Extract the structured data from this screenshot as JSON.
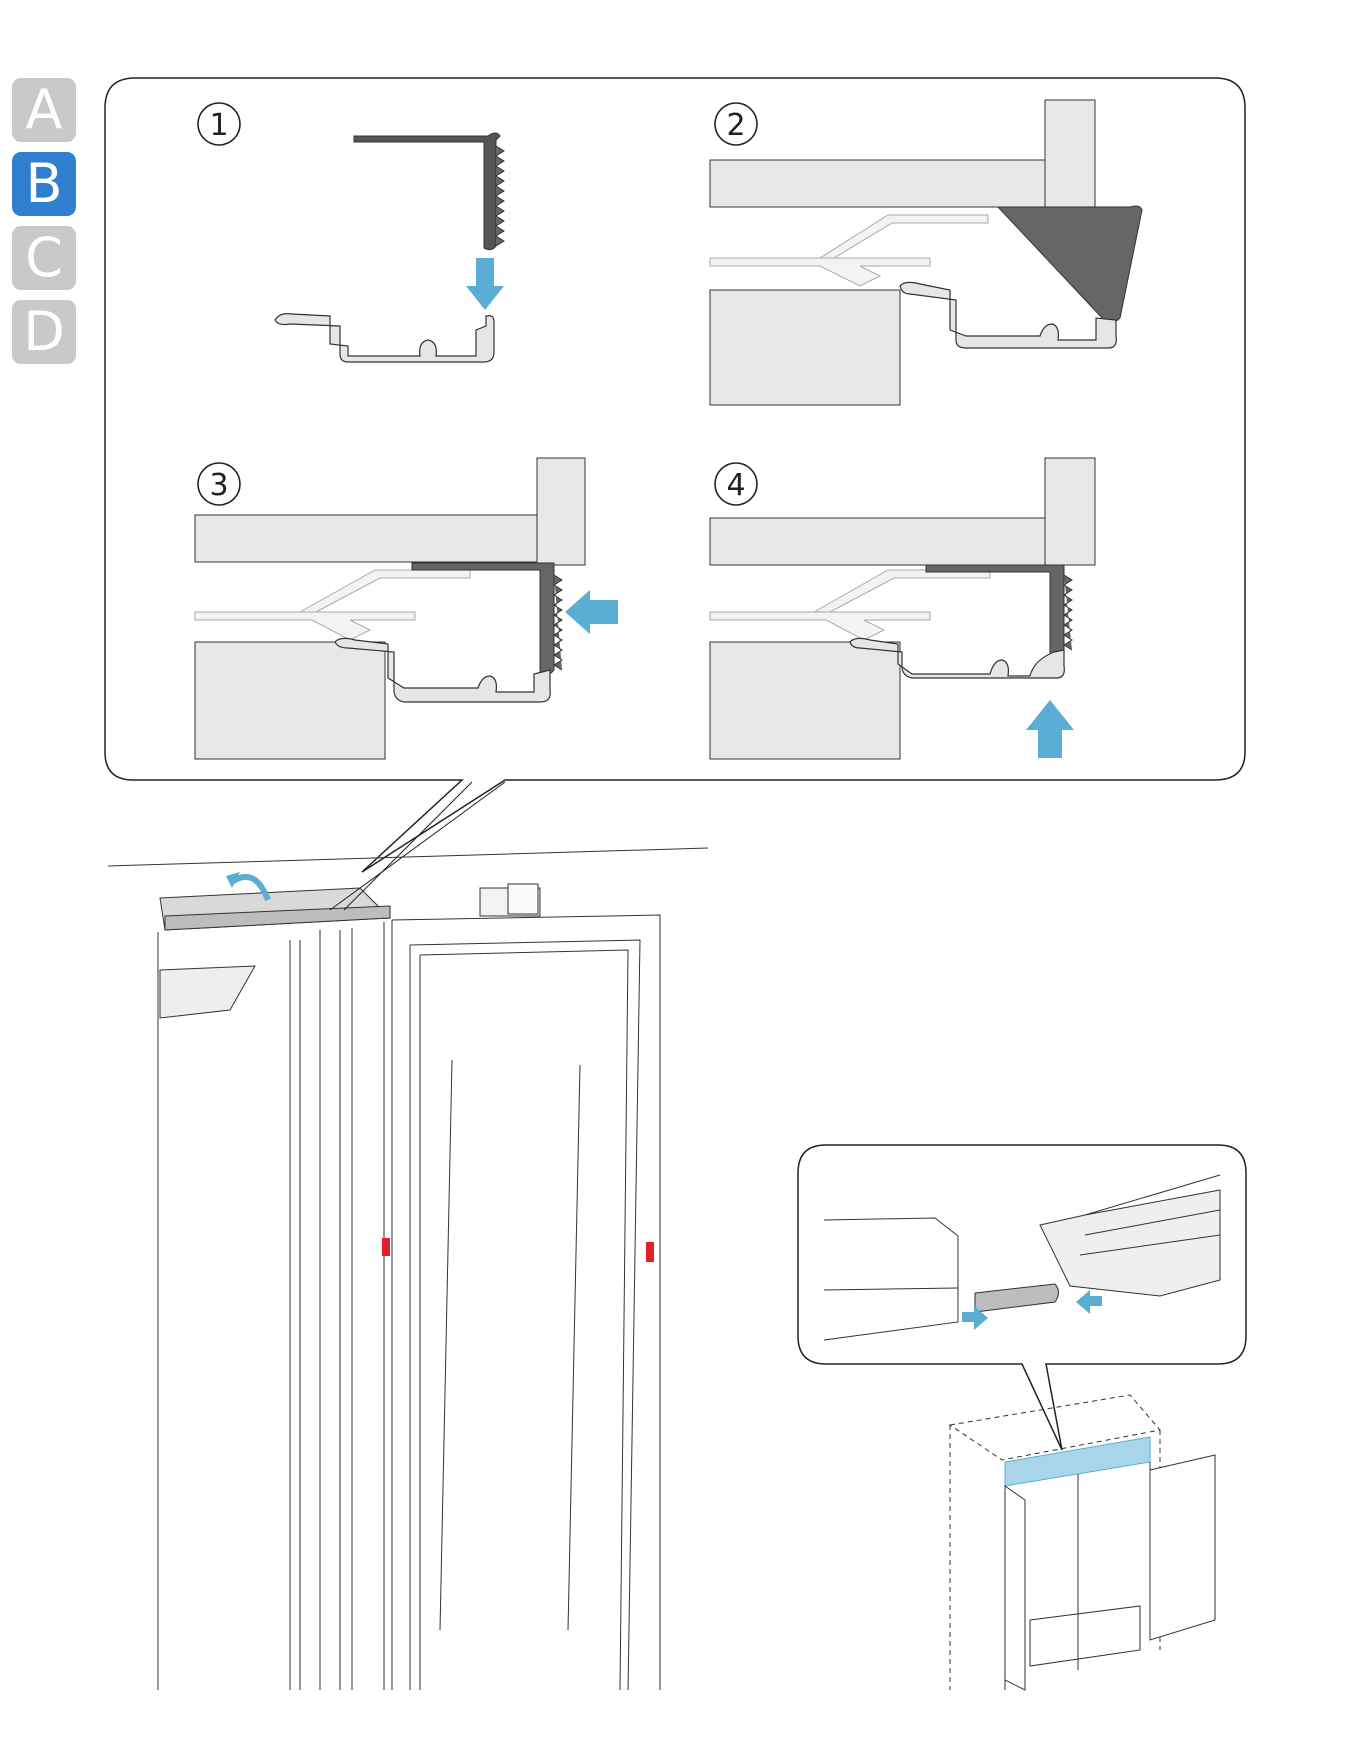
{
  "tabs": [
    {
      "letter": "A",
      "active": false
    },
    {
      "letter": "B",
      "active": true
    },
    {
      "letter": "C",
      "active": false
    },
    {
      "letter": "D",
      "active": false
    }
  ],
  "steps": [
    {
      "number": "1"
    },
    {
      "number": "2"
    },
    {
      "number": "3"
    },
    {
      "number": "4"
    }
  ],
  "colors": {
    "active_tab": "#2f7fd0",
    "inactive_tab": "#c9c9c9",
    "arrow": "#5aaed4",
    "highlight": "#a9d5ea",
    "marker": "#e0202a"
  },
  "icons": [
    "arrow-down-icon",
    "arrow-left-icon",
    "arrow-up-icon",
    "arrow-right-icon",
    "curved-arrow-icon"
  ]
}
